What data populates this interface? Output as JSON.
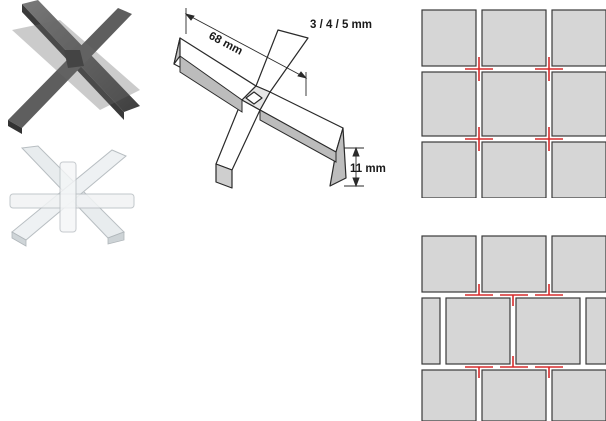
{
  "diagram": {
    "thickness_label": "3 / 4 / 5 mm",
    "length_label": "68 mm",
    "height_label": "11 mm"
  },
  "colors": {
    "tile": "#d6d6d6",
    "tile_border": "#3a3a3a",
    "grout": "#ffffff",
    "spacer_mark": "#d62b2b",
    "dark_spacer": "#5a5a5a",
    "clear_spacer": "#e4e8ea"
  },
  "photos": {
    "dark_spacer": "dark-grey-cross-spacer",
    "clear_spacer": "transparent-cross-spacer"
  },
  "patterns": {
    "top": "grid-pattern",
    "bottom": "offset-brick-pattern"
  }
}
